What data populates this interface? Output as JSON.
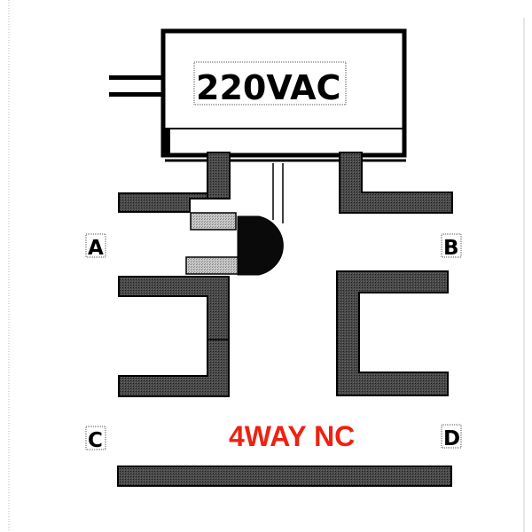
{
  "solenoid": {
    "voltage_label": "220VAC"
  },
  "ports": {
    "a": "A",
    "b": "B",
    "c": "C",
    "d": "D"
  },
  "valve_type_label": "4WAY NC",
  "colors": {
    "outline": "#000000",
    "dark_hatch": "#3a3a3a",
    "light_hatch": "#bdbdbd",
    "title": "#ee2211",
    "guide_line": "#b5b5b5"
  }
}
